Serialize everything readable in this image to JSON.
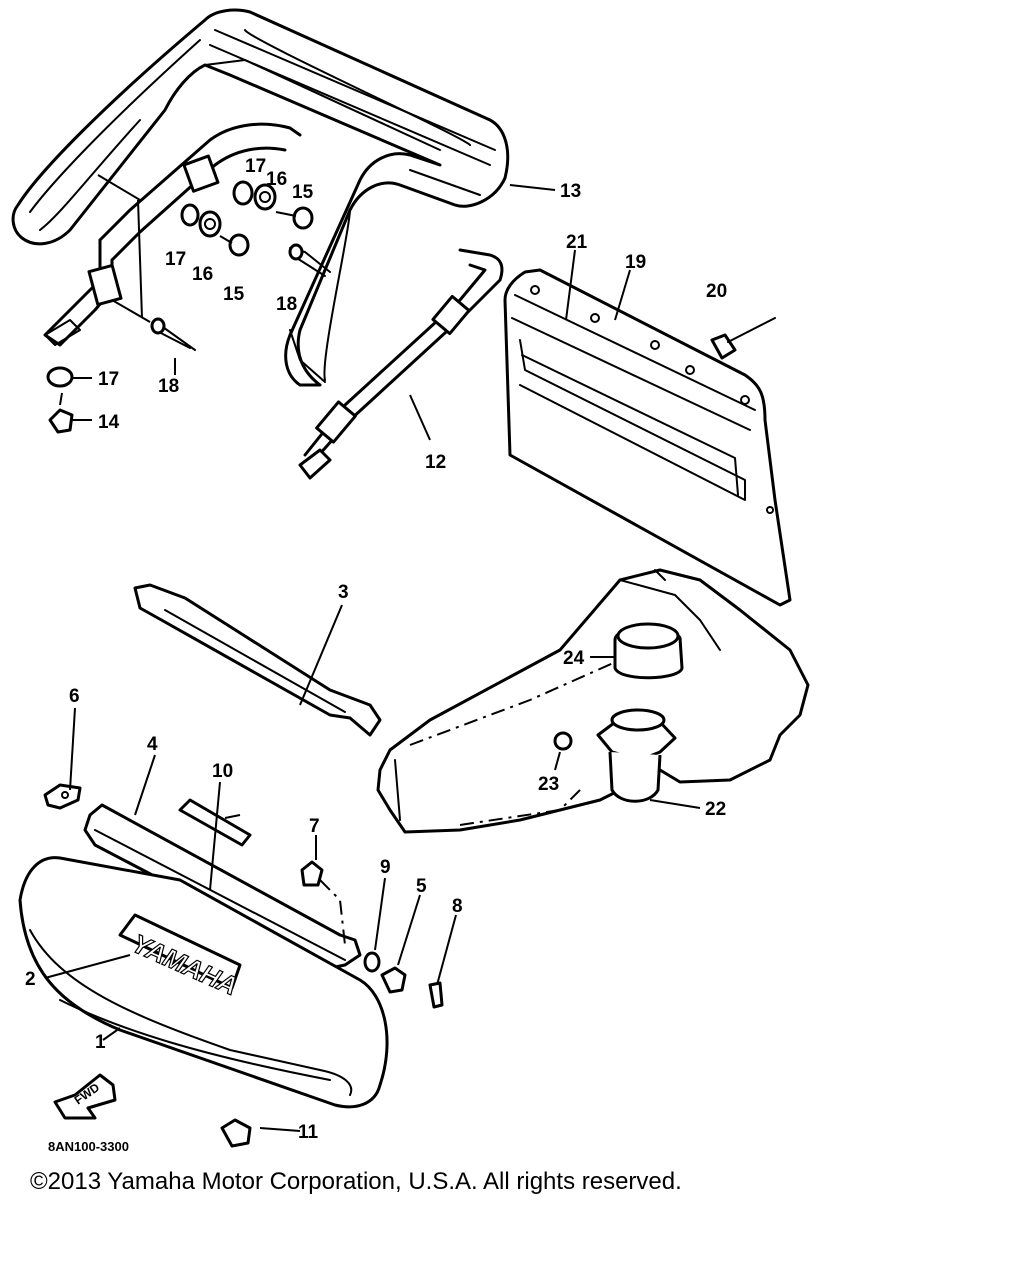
{
  "callouts": {
    "c1": "1",
    "c2": "2",
    "c3": "3",
    "c4": "4",
    "c5": "5",
    "c6": "6",
    "c7": "7",
    "c8": "8",
    "c9": "9",
    "c10": "10",
    "c11": "11",
    "c12": "12",
    "c13": "13",
    "c14": "14",
    "c15a": "15",
    "c15b": "15",
    "c16a": "16",
    "c16b": "16",
    "c17a": "17",
    "c17b": "17",
    "c17c": "17",
    "c18a": "18",
    "c18b": "18",
    "c19": "19",
    "c20": "20",
    "c21": "21",
    "c22": "22",
    "c23": "23",
    "c24": "24"
  },
  "brand_badge": "YAMAHA",
  "forward_arrow": "FWD",
  "diagram_code": "8AN100-3300",
  "copyright": "©2013 Yamaha Motor Corporation, U.S.A. All rights reserved."
}
